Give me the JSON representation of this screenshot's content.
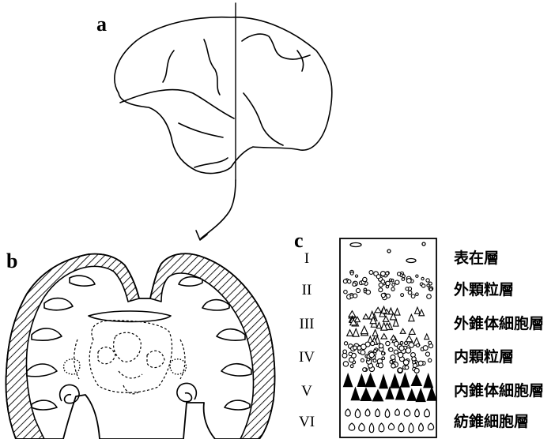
{
  "panels": {
    "a": "a",
    "b": "b",
    "c": "c"
  },
  "layers": [
    {
      "numeral": "I",
      "name": "表在層"
    },
    {
      "numeral": "II",
      "name": "外顆粒層"
    },
    {
      "numeral": "III",
      "name": "外錐体細胞層"
    },
    {
      "numeral": "IV",
      "name": "内顆粒層"
    },
    {
      "numeral": "V",
      "name": "内錐体細胞層"
    },
    {
      "numeral": "VI",
      "name": "紡錐細胞層"
    }
  ]
}
